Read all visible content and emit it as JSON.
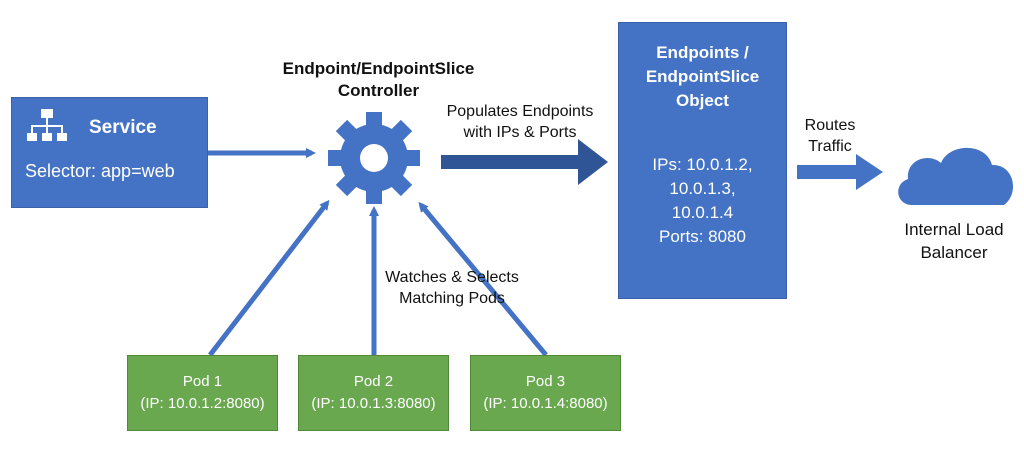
{
  "service": {
    "title": "Service",
    "selector": "Selector: app=web",
    "icon": "hierarchy-icon"
  },
  "controller": {
    "title_line1": "Endpoint/EndpointSlice",
    "title_line2": "Controller",
    "icon": "gear-icon"
  },
  "populates_label": {
    "line1": "Populates Endpoints",
    "line2": "with IPs & Ports"
  },
  "endpoints_object": {
    "title_line1": "Endpoints /",
    "title_line2": "EndpointSlice",
    "title_line3": "Object",
    "ip_line1": "IPs: 10.0.1.2,",
    "ip_line2": "10.0.1.3,",
    "ip_line3": "10.0.1.4",
    "ports": "Ports: 8080"
  },
  "routes_label": {
    "line1": "Routes",
    "line2": "Traffic"
  },
  "load_balancer": {
    "line1": "Internal Load",
    "line2": "Balancer",
    "icon": "cloud-icon"
  },
  "watches_label": {
    "line1": "Watches & Selects",
    "line2": "Matching Pods"
  },
  "pods": [
    {
      "name": "Pod 1",
      "ip": "(IP: 10.0.1.2:8080)"
    },
    {
      "name": "Pod 2",
      "ip": "(IP: 10.0.1.3:8080)"
    },
    {
      "name": "Pod 3",
      "ip": "(IP: 10.0.1.4:8080)"
    }
  ],
  "colors": {
    "box_blue": "#4472c4",
    "arrow_blue": "#4472c4",
    "dark_arrow_blue": "#2f5597",
    "pod_green": "#6aa84f"
  }
}
